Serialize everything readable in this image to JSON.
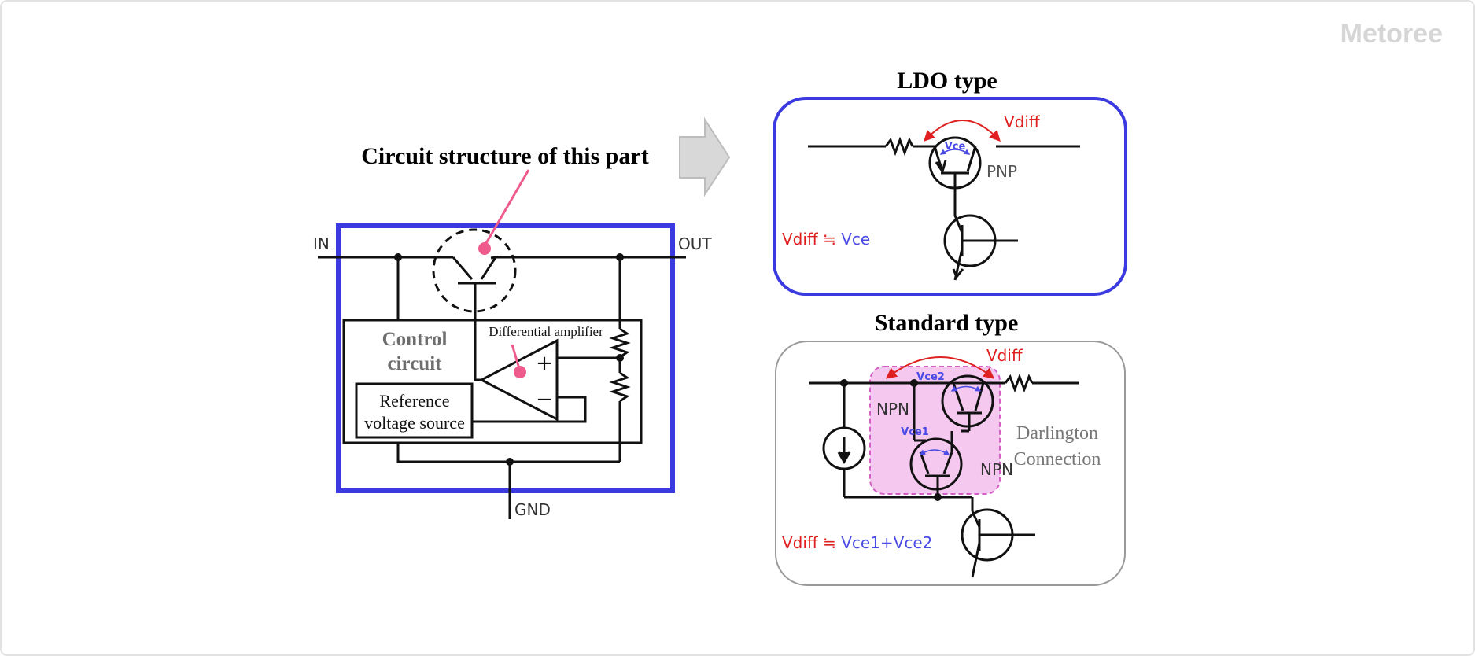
{
  "brand": {
    "logo_text": "Metoree"
  },
  "main_diagram": {
    "heading": "Circuit structure of this part",
    "in_label": "IN",
    "out_label": "OUT",
    "gnd_label": "GND",
    "control_label_line1": "Control",
    "control_label_line2": "circuit",
    "diff_amp_label": "Differential amplifier",
    "ref_line1": "Reference",
    "ref_line2": "voltage source",
    "plus_sign": "+",
    "minus_sign": "−"
  },
  "ldo_panel": {
    "title": "LDO type",
    "vdiff_label": "Vdiff",
    "vce_label": "Vce",
    "pnp_label": "PNP",
    "formula_vdiff": "Vdiff",
    "formula_approx": "≒",
    "formula_rhs": "Vce"
  },
  "standard_panel": {
    "title": "Standard type",
    "vdiff_label": "Vdiff",
    "vce2_label": "Vce2",
    "vce1_label": "Vce1",
    "npn_left_label": "NPN",
    "npn_right_label": "NPN",
    "darlington_line1": "Darlington",
    "darlington_line2": "Connection",
    "formula_vdiff": "Vdiff",
    "formula_approx": "≒",
    "formula_rhs": "Vce1+Vce2"
  },
  "colors": {
    "frame_blue": "#3a3ae0",
    "accent_red": "#e02020",
    "annot_blue": "#4a4ae6",
    "pink_pointer": "#ef5a8c",
    "darlington_fill": "#f4c8ef",
    "text_gray": "#6e6e6e",
    "arrow_gray": "#d8d8d8"
  }
}
